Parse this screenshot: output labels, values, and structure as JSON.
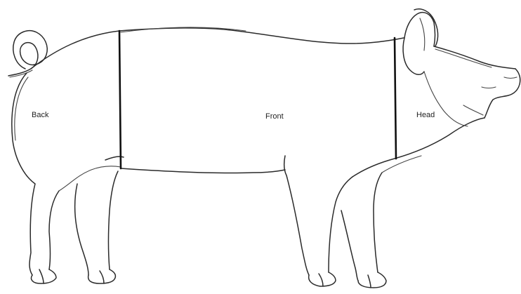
{
  "regions": {
    "back": {
      "label": "Back"
    },
    "front": {
      "label": "Front"
    },
    "head": {
      "label": "Head"
    }
  },
  "colors": {
    "background": "#ffffff",
    "outline": "#2a2a2a",
    "divider": "#111111",
    "text": "#222222"
  }
}
